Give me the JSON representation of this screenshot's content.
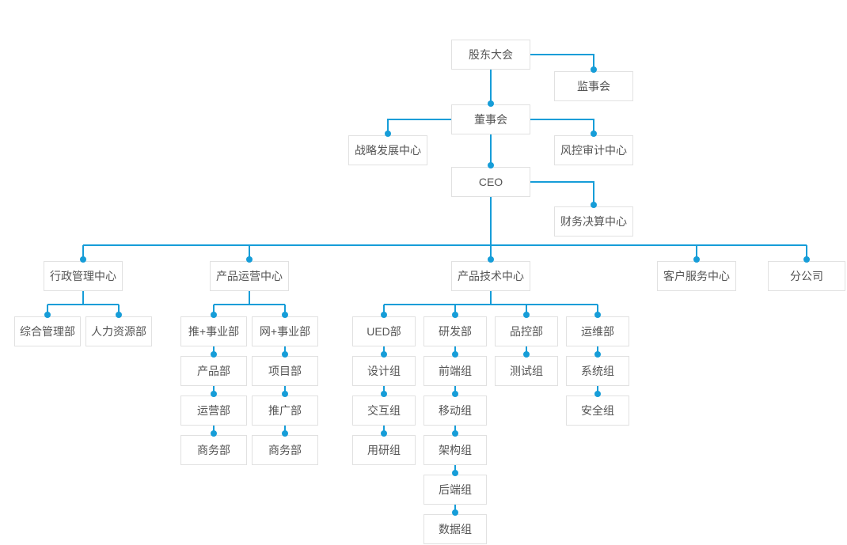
{
  "diagram_type": "org-chart",
  "colors": {
    "connector_color": "#169dd8",
    "node_border_color": "#e1e1e1",
    "node_text_color": "#555555",
    "node_background": "#ffffff",
    "page_background": "#ffffff"
  },
  "nodes": [
    {
      "id": "shareholders-meeting",
      "label": "股东大会",
      "parent": null
    },
    {
      "id": "supervisory-board",
      "label": "监事会",
      "parent": "shareholders-meeting"
    },
    {
      "id": "board-of-directors",
      "label": "董事会",
      "parent": "shareholders-meeting"
    },
    {
      "id": "strategic-development-center",
      "label": "战略发展中心",
      "parent": "board-of-directors"
    },
    {
      "id": "risk-audit-center",
      "label": "风控审计中心",
      "parent": "board-of-directors"
    },
    {
      "id": "ceo",
      "label": "CEO",
      "parent": "board-of-directors"
    },
    {
      "id": "financial-settlement-center",
      "label": "财务决算中心",
      "parent": "ceo"
    },
    {
      "id": "admin-management-center",
      "label": "行政管理中心",
      "parent": "ceo"
    },
    {
      "id": "product-operations-center",
      "label": "产品运营中心",
      "parent": "ceo"
    },
    {
      "id": "product-technology-center",
      "label": "产品技术中心",
      "parent": "ceo"
    },
    {
      "id": "customer-service-center",
      "label": "客户服务中心",
      "parent": "ceo"
    },
    {
      "id": "branch-company",
      "label": "分公司",
      "parent": "ceo"
    },
    {
      "id": "general-management-dept",
      "label": "综合管理部",
      "parent": "admin-management-center"
    },
    {
      "id": "human-resources-dept",
      "label": "人力资源部",
      "parent": "admin-management-center"
    },
    {
      "id": "tui-plus-division",
      "label": "推+事业部",
      "parent": "product-operations-center"
    },
    {
      "id": "wang-plus-division",
      "label": "网+事业部",
      "parent": "product-operations-center"
    },
    {
      "id": "product-dept",
      "label": "产品部",
      "parent": "tui-plus-division"
    },
    {
      "id": "operations-dept",
      "label": "运营部",
      "parent": "product-dept"
    },
    {
      "id": "business-dept-1",
      "label": "商务部",
      "parent": "operations-dept"
    },
    {
      "id": "project-dept",
      "label": "项目部",
      "parent": "wang-plus-division"
    },
    {
      "id": "promotion-dept",
      "label": "推广部",
      "parent": "project-dept"
    },
    {
      "id": "business-dept-2",
      "label": "商务部",
      "parent": "promotion-dept"
    },
    {
      "id": "ued-dept",
      "label": "UED部",
      "parent": "product-technology-center"
    },
    {
      "id": "rnd-dept",
      "label": "研发部",
      "parent": "product-technology-center"
    },
    {
      "id": "quality-control-dept",
      "label": "品控部",
      "parent": "product-technology-center"
    },
    {
      "id": "ops-maintenance-dept",
      "label": "运维部",
      "parent": "product-technology-center"
    },
    {
      "id": "design-group",
      "label": "设计组",
      "parent": "ued-dept"
    },
    {
      "id": "interaction-group",
      "label": "交互组",
      "parent": "design-group"
    },
    {
      "id": "user-research-group",
      "label": "用研组",
      "parent": "interaction-group"
    },
    {
      "id": "frontend-group",
      "label": "前端组",
      "parent": "rnd-dept"
    },
    {
      "id": "mobile-group",
      "label": "移动组",
      "parent": "frontend-group"
    },
    {
      "id": "architecture-group",
      "label": "架构组",
      "parent": "mobile-group"
    },
    {
      "id": "backend-group",
      "label": "后端组",
      "parent": "architecture-group"
    },
    {
      "id": "data-group",
      "label": "数据组",
      "parent": "backend-group"
    },
    {
      "id": "testing-group",
      "label": "测试组",
      "parent": "quality-control-dept"
    },
    {
      "id": "system-group",
      "label": "系统组",
      "parent": "ops-maintenance-dept"
    },
    {
      "id": "security-group",
      "label": "安全组",
      "parent": "system-group"
    }
  ]
}
